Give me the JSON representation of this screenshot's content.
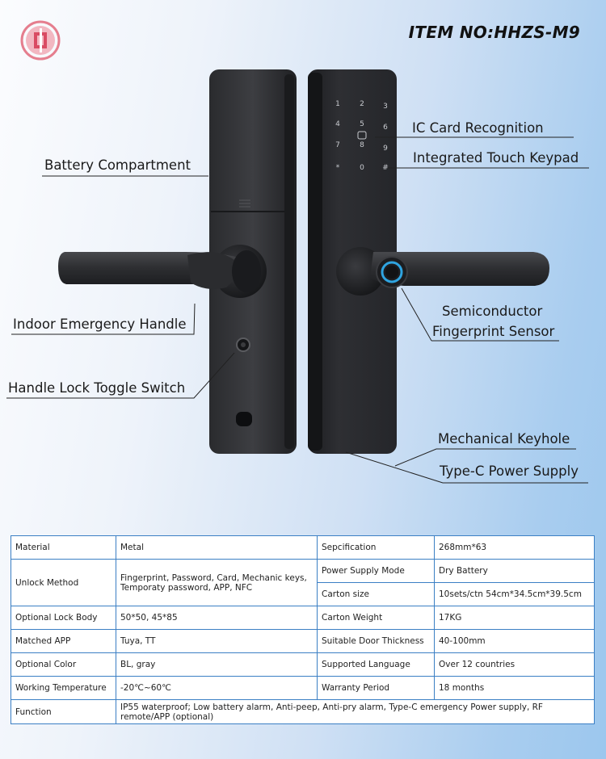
{
  "header": {
    "item_no": "ITEM NO:HHZS-M9"
  },
  "icons": {
    "logo": "brand-logo-icon",
    "keypad_fingerprint": "fingerprint-icon",
    "card_reader": "card-icon"
  },
  "keypad": {
    "keys": [
      "1",
      "2",
      "3",
      "4",
      "5",
      "6",
      "7",
      "8",
      "9",
      "*",
      "0",
      "#"
    ]
  },
  "callouts": {
    "battery": "Battery Compartment",
    "emergency_handle": "Indoor Emergency Handle",
    "toggle_switch": "Handle Lock Toggle Switch",
    "ic_card": "IC Card Recognition",
    "touch_keypad": "Integrated Touch Keypad",
    "fingerprint_line1": "Semiconductor",
    "fingerprint_line2": "Fingerprint Sensor",
    "keyhole": "Mechanical Keyhole",
    "type_c": "Type-C Power Supply"
  },
  "specs": {
    "material_label": "Material",
    "material_value": "Metal",
    "specification_label": "Sepcification",
    "specification_value": "268mm*63",
    "unlock_label": "Unlock Method",
    "unlock_value": "Fingerprint, Password, Card, Mechanic keys, Temporaty password, APP, NFC",
    "power_label": "Power Supply Mode",
    "power_value": "Dry Battery",
    "carton_size_label": "Carton size",
    "carton_size_value": "10sets/ctn  54cm*34.5cm*39.5cm",
    "lock_body_label": "Optional Lock Body",
    "lock_body_value": "50*50, 45*85",
    "carton_weight_label": "Carton Weight",
    "carton_weight_value": "17KG",
    "app_label": "Matched APP",
    "app_value": "Tuya, TT",
    "door_label": "Suitable Door Thickness",
    "door_value": "40-100mm",
    "color_label": "Optional Color",
    "color_value": "BL, gray",
    "language_label": "Supported Language",
    "language_value": "Over 12 countries",
    "temp_label": "Working Temperature",
    "temp_value": "-20℃~60℃",
    "warranty_label": "Warranty Period",
    "warranty_value": "18 months",
    "function_label": "Function",
    "function_value": "IP55 waterproof; Low battery alarm, Anti-peep, Anti-pry alarm, Type-C emergency Power supply, RF remote/APP (optional)"
  }
}
